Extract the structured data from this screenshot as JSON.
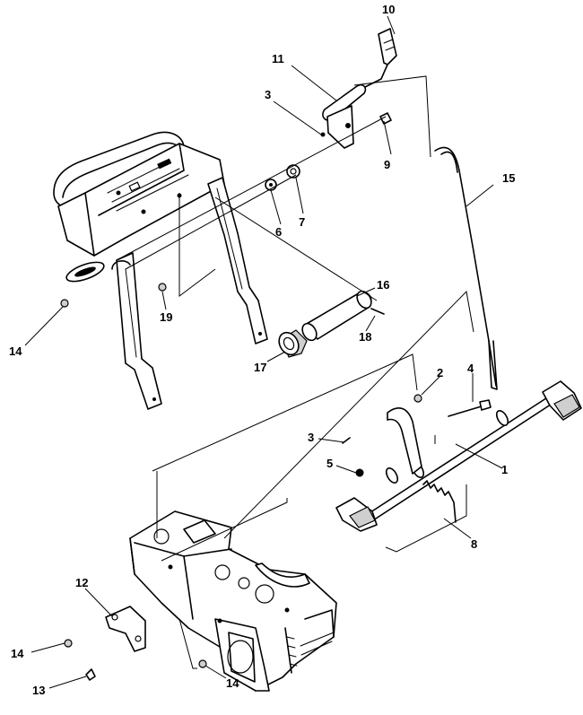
{
  "diagram": {
    "callouts": [
      {
        "id": "c1",
        "text": "1"
      },
      {
        "id": "c2",
        "text": "2"
      },
      {
        "id": "c3a",
        "text": "3"
      },
      {
        "id": "c3b",
        "text": "3"
      },
      {
        "id": "c4",
        "text": "4"
      },
      {
        "id": "c5",
        "text": "5"
      },
      {
        "id": "c6",
        "text": "6"
      },
      {
        "id": "c7",
        "text": "7"
      },
      {
        "id": "c8",
        "text": "8"
      },
      {
        "id": "c9",
        "text": "9"
      },
      {
        "id": "c10",
        "text": "10"
      },
      {
        "id": "c11",
        "text": "11"
      },
      {
        "id": "c12",
        "text": "12"
      },
      {
        "id": "c13",
        "text": "13"
      },
      {
        "id": "c14a",
        "text": "14"
      },
      {
        "id": "c14b",
        "text": "14"
      },
      {
        "id": "c14c",
        "text": "14"
      },
      {
        "id": "c15",
        "text": "15"
      },
      {
        "id": "c16",
        "text": "16"
      },
      {
        "id": "c17",
        "text": "17"
      },
      {
        "id": "c18",
        "text": "18"
      },
      {
        "id": "c19",
        "text": "19"
      }
    ]
  }
}
